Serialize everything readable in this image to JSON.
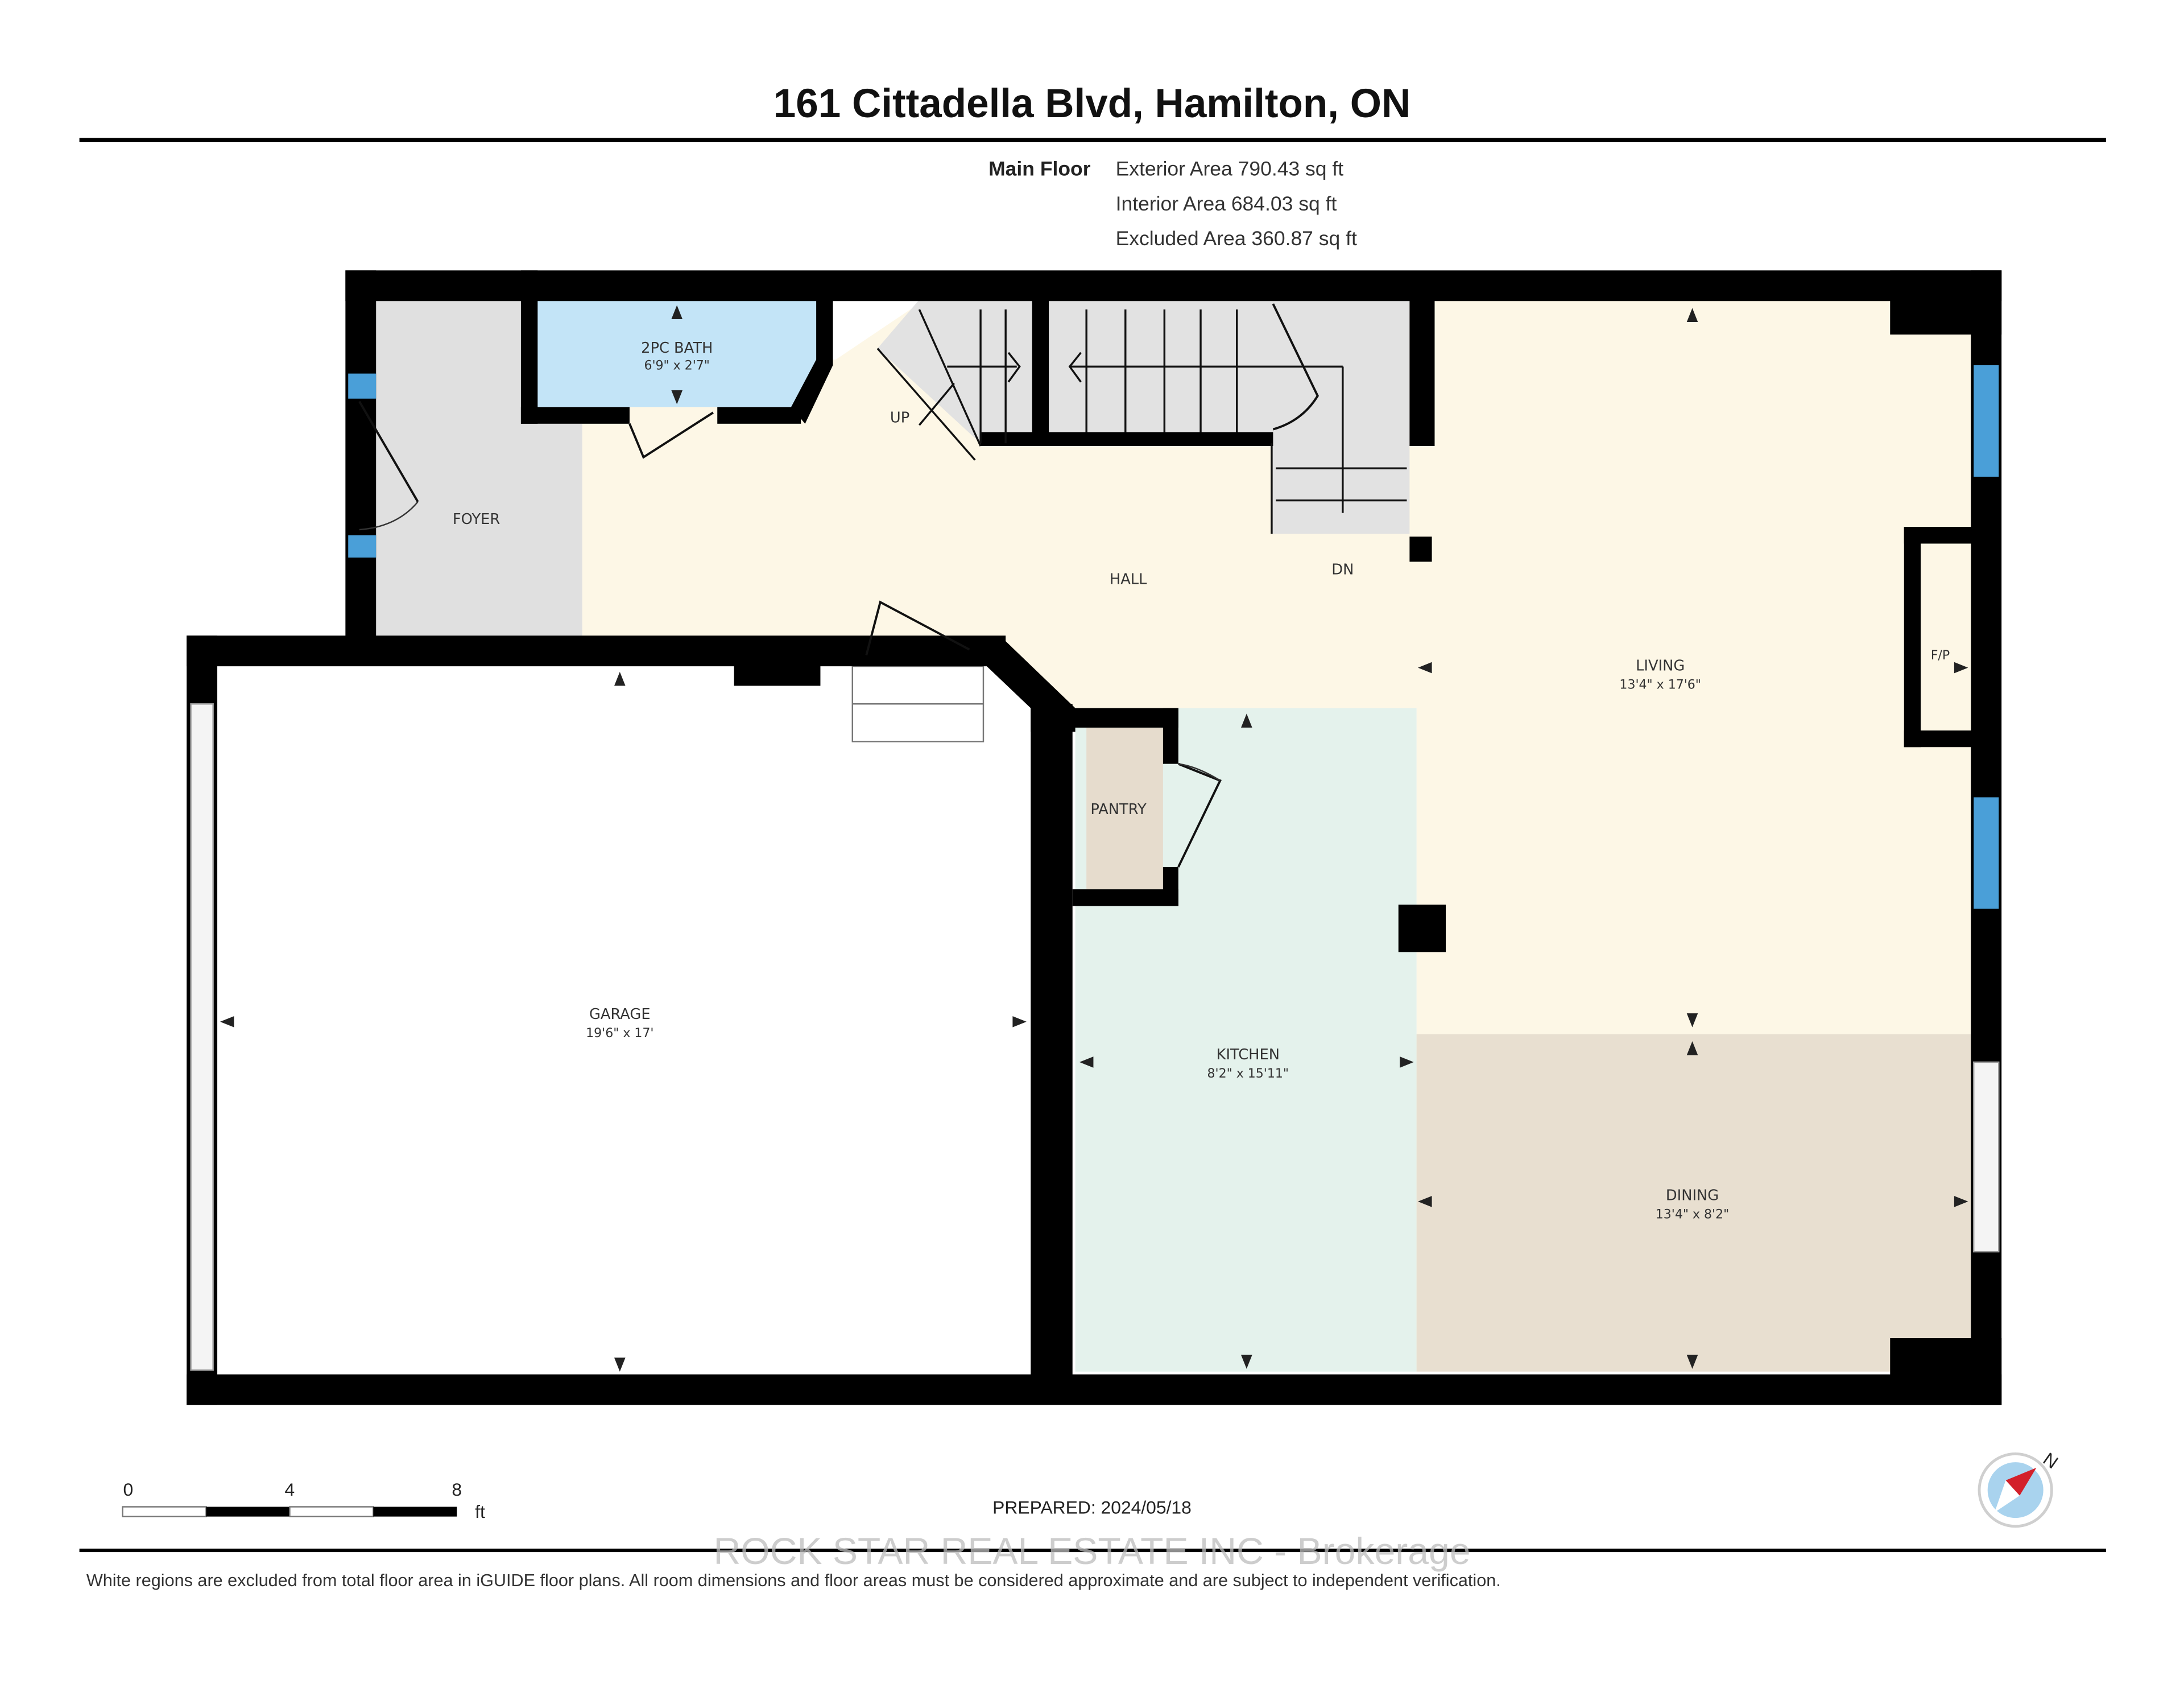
{
  "header": {
    "title": "161 Cittadella Blvd, Hamilton, ON",
    "floor_label": "Main Floor",
    "exterior_area": "Exterior Area 790.43 sq ft",
    "interior_area": "Interior Area 684.03 sq ft",
    "excluded_area": "Excluded Area 360.87 sq ft"
  },
  "rooms": {
    "bath": {
      "name": "2PC BATH",
      "dims": "6'9\" x 2'7\""
    },
    "foyer": {
      "name": "FOYER"
    },
    "hall": {
      "name": "HALL"
    },
    "stairs_up": {
      "name": "UP"
    },
    "stairs_down": {
      "name": "DN"
    },
    "living": {
      "name": "LIVING",
      "dims": "13'4\" x 17'6\""
    },
    "fireplace": {
      "name": "F/P"
    },
    "pantry": {
      "name": "PANTRY"
    },
    "garage": {
      "name": "GARAGE",
      "dims": "19'6\" x 17'"
    },
    "kitchen": {
      "name": "KITCHEN",
      "dims": "8'2\" x 15'11\""
    },
    "dining": {
      "name": "DINING",
      "dims": "13'4\" x 8'2\""
    }
  },
  "colors": {
    "wall": "#000000",
    "bath": "#c3e4f7",
    "foyer": "#e0e0e0",
    "stairs": "#e2e2e2",
    "hall_living": "#fdf7e6",
    "kitchen": "#e4f2ec",
    "dining": "#e8dfd0",
    "pantry": "#e6dccd",
    "window": "#4a9fd8",
    "compass_red": "#d3202a",
    "compass_blue": "#a9d3ee"
  },
  "scale_bar": {
    "ticks": [
      "0",
      "4",
      "8"
    ],
    "unit": "ft"
  },
  "footer": {
    "prepared": "PREPARED: 2024/05/18",
    "watermark": "ROCK STAR REAL ESTATE INC - Brokerage",
    "disclaimer": "White regions are excluded from total floor area in iGUIDE floor plans. All room dimensions and floor areas must be considered approximate and are subject to independent verification.",
    "compass_label": "N"
  }
}
